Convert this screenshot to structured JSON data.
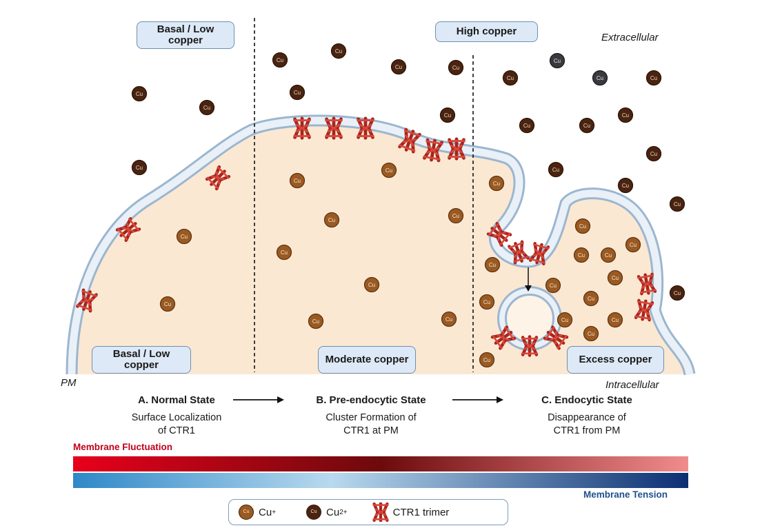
{
  "boxes": {
    "basal_low_top": "Basal / Low copper",
    "high_copper_top": "High copper",
    "basal_low_bottom": "Basal / Low copper",
    "moderate_bottom": "Moderate copper",
    "excess_bottom": "Excess copper"
  },
  "regions": {
    "extracellular": "Extracellular",
    "intracellular": "Intracellular",
    "pm": "PM"
  },
  "states": [
    {
      "title": "A. Normal State",
      "desc_line1": "Surface Localization",
      "desc_line2": "of CTR1"
    },
    {
      "title": "B. Pre-endocytic State",
      "desc_line1": "Cluster Formation of",
      "desc_line2": "CTR1 at PM"
    },
    {
      "title": "C. Endocytic State",
      "desc_line1": "Disappearance of",
      "desc_line2": "CTR1 from PM"
    }
  ],
  "gradients": {
    "fluctuation_label": "Membrane Fluctuation",
    "tension_label": "Membrane Tension",
    "fluctuation_color": "#c0001a",
    "tension_color": "#1f4f8e"
  },
  "legend": {
    "cu_plus_base": "Cu",
    "cu_plus_charge": "+",
    "cu_2plus_base": "Cu",
    "cu_2plus_charge": "2+",
    "trimer": "CTR1 trimer",
    "coin_text": "Cu"
  },
  "colors": {
    "cu_plus": "#9a5a22",
    "cu_2plus": "#4a2410",
    "cytoplasm": "#fbe8d3",
    "membrane": "#c8d8e8",
    "ctr1": "#c8382c"
  }
}
